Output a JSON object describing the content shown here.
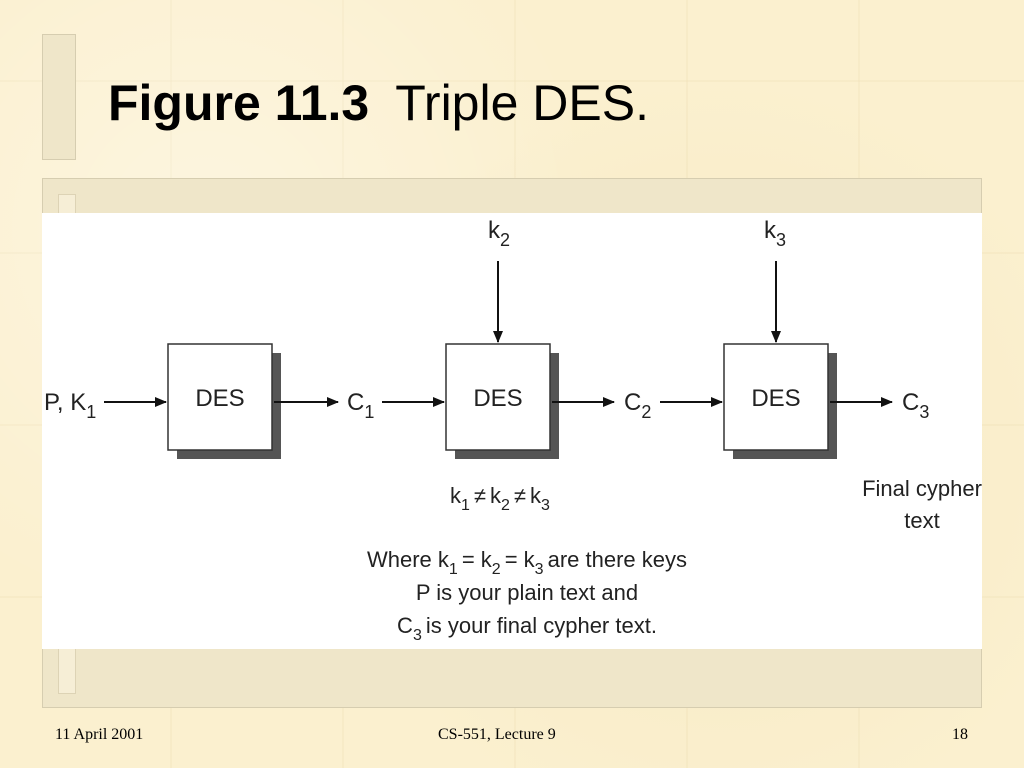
{
  "slide": {
    "title_number": "Figure 11.3",
    "title_text": "Triple DES."
  },
  "diagram": {
    "input_main": "P, K",
    "input_sub": "1",
    "boxes": [
      "DES",
      "DES",
      "DES"
    ],
    "keys": [
      {
        "main": "k",
        "sub": "2"
      },
      {
        "main": "k",
        "sub": "3"
      }
    ],
    "outputs": [
      {
        "main": "C",
        "sub": "1"
      },
      {
        "main": "C",
        "sub": "2"
      },
      {
        "main": "C",
        "sub": "3"
      }
    ],
    "inequality": {
      "k": "k",
      "s1": "1",
      "neq": "≠",
      "s2": "2",
      "s3": "3"
    },
    "final_label_line1": "Final cypher",
    "final_label_line2": "text",
    "note": {
      "line1_prefix": "Where k",
      "line1_eq": "= k",
      "line1_suffix": "are there keys",
      "line2": "P is your plain text and",
      "line3_prefix": "C",
      "line3_sub": "3",
      "line3_suffix": "is your final cypher text.",
      "sub1": "1",
      "sub2": "2",
      "sub3": "3"
    }
  },
  "footer": {
    "date": "11 April 2001",
    "course": "CS-551, Lecture 9",
    "page": "18"
  }
}
